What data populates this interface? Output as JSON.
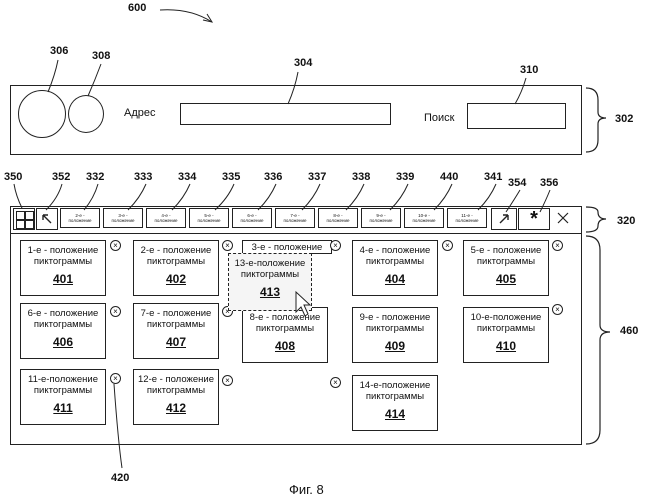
{
  "figure_number": "600",
  "caption": "Фиг. 8",
  "address_bar": {
    "ref": "302",
    "address_label": "Адрес",
    "search_label": "Поиск",
    "circle_large_ref": "306",
    "circle_small_ref": "308",
    "address_field_ref": "304",
    "search_field_ref": "310"
  },
  "toolbar": {
    "ref": "320",
    "grid_ref": "350",
    "back_ref": "352",
    "forward_ref": "354",
    "star_ref": "356",
    "star_label": "*",
    "tabs": [
      {
        "ref": "332",
        "line1": "2-е -",
        "line2": "положение"
      },
      {
        "ref": "333",
        "line1": "3-е -",
        "line2": "положение"
      },
      {
        "ref": "334",
        "line1": "4-е -",
        "line2": "положение"
      },
      {
        "ref": "335",
        "line1": "5-е -",
        "line2": "положение"
      },
      {
        "ref": "336",
        "line1": "6-е -",
        "line2": "положение"
      },
      {
        "ref": "337",
        "line1": "7-е -",
        "line2": "положение"
      },
      {
        "ref": "338",
        "line1": "8-е -",
        "line2": "положение"
      },
      {
        "ref": "339",
        "line1": "9-е -",
        "line2": "положение"
      },
      {
        "ref": "440",
        "line1": "10-е -",
        "line2": "положение"
      },
      {
        "ref": "341",
        "line1": "11-е -",
        "line2": "положение"
      }
    ]
  },
  "panel": {
    "ref": "460",
    "close_ref": "420",
    "tiles": [
      {
        "line1": "1-е - положение",
        "line2": "пиктограммы",
        "num": "401"
      },
      {
        "line1": "2-е - положение",
        "line2": "пиктограммы",
        "num": "402"
      },
      {
        "line1": "3-е - положение",
        "line2": "",
        "num": ""
      },
      {
        "line1": "4-е - положение",
        "line2": "пиктограммы",
        "num": "404"
      },
      {
        "line1": "5-е - положение",
        "line2": "пиктограммы",
        "num": "405"
      },
      {
        "line1": "6-е - положение",
        "line2": "пиктограммы",
        "num": "406"
      },
      {
        "line1": "7-е - положение",
        "line2": "пиктограммы",
        "num": "407"
      },
      {
        "line1": "8-е - положение",
        "line2": "пиктограммы",
        "num": "408"
      },
      {
        "line1": "9-е - положение",
        "line2": "пиктограммы",
        "num": "409"
      },
      {
        "line1": "10-е-положение",
        "line2": "пиктограммы",
        "num": "410"
      },
      {
        "line1": "11-е-положение",
        "line2": "пиктограммы",
        "num": "411"
      },
      {
        "line1": "12-е - положение",
        "line2": "пиктограммы",
        "num": "412"
      },
      {
        "line1": "13-е-положение",
        "line2": "пиктограммы",
        "num": "413"
      },
      {
        "line1": "14-е-положение",
        "line2": "пиктограммы",
        "num": "414"
      }
    ]
  }
}
